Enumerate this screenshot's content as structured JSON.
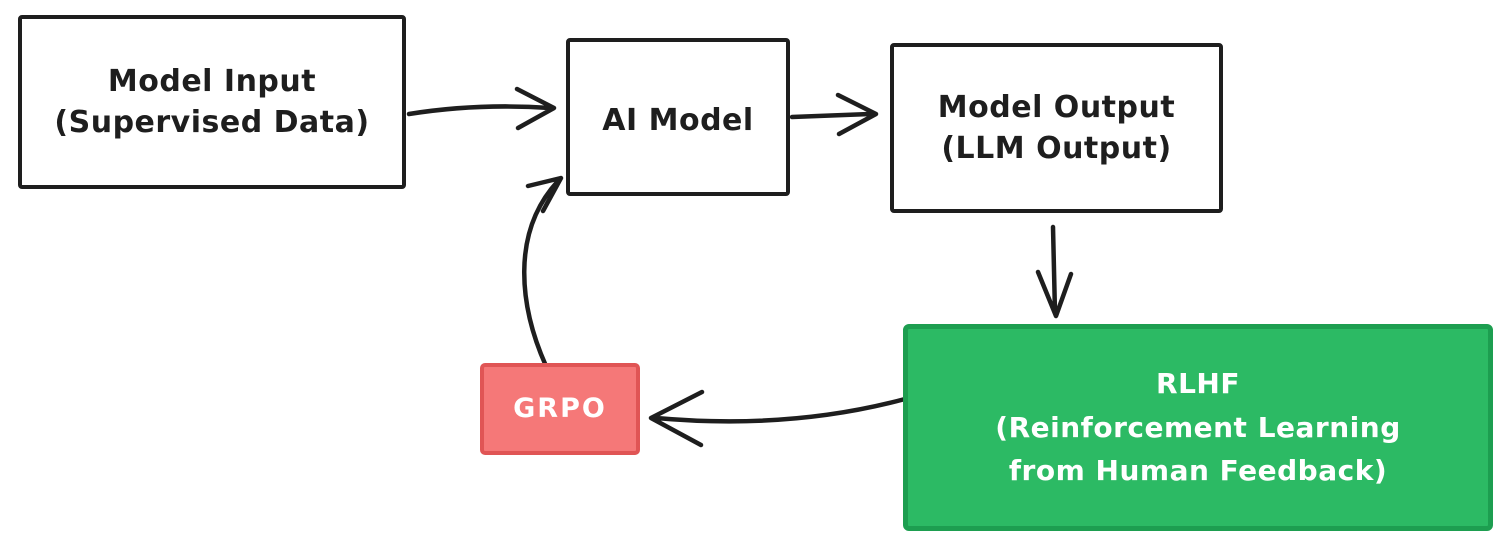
{
  "diagram": {
    "nodes": {
      "model_input": {
        "lines": [
          "Model Input",
          "(Supervised Data)"
        ]
      },
      "ai_model": {
        "lines": [
          "AI Model"
        ]
      },
      "model_output": {
        "lines": [
          "Model Output",
          "(LLM Output)"
        ]
      },
      "rlhf": {
        "lines": [
          "RLHF",
          "(Reinforcement Learning",
          "from Human Feedback)"
        ]
      },
      "grpo": {
        "lines": [
          "GRPO"
        ]
      }
    },
    "edges": [
      {
        "from": "model_input",
        "to": "ai_model"
      },
      {
        "from": "ai_model",
        "to": "model_output"
      },
      {
        "from": "model_output",
        "to": "rlhf"
      },
      {
        "from": "rlhf",
        "to": "grpo"
      },
      {
        "from": "grpo",
        "to": "ai_model"
      }
    ]
  },
  "colors": {
    "canvas": "#ffffff",
    "ink": "#1e1e1e",
    "rlhf_fill": "#2cba64",
    "rlhf_border": "#1d9e50",
    "rlhf_text": "#ffffff",
    "grpo_fill": "#f57878",
    "grpo_border": "#e05555",
    "grpo_text": "#ffffff"
  }
}
